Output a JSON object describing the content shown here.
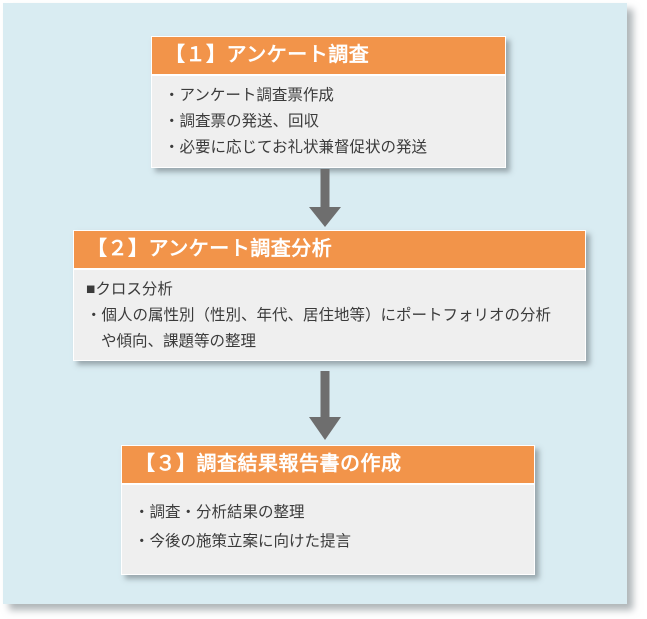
{
  "colors": {
    "page_background": "#ffffff",
    "panel_background": "#d9ecf2",
    "step_header_background": "#f2944a",
    "step_header_text": "#ffffff",
    "step_body_background": "#efefef",
    "step_body_text": "#3b3b3b",
    "arrow": "#6e6e6e"
  },
  "flow": {
    "steps": [
      {
        "title": "【１】アンケート調査",
        "items": [
          "・アンケート調査票作成",
          "・調査票の発送、回収",
          "・必要に応じてお礼状兼督促状の発送"
        ]
      },
      {
        "title": "【２】アンケート調査分析",
        "items": [
          "■クロス分析",
          "・個人の属性別（性別、年代、居住地等）にポートフォリオの分析",
          "や傾向、課題等の整理"
        ]
      },
      {
        "title": "【３】調査結果報告書の作成",
        "items": [
          "・調査・分析結果の整理",
          "・今後の施策立案に向けた提言"
        ]
      }
    ]
  }
}
